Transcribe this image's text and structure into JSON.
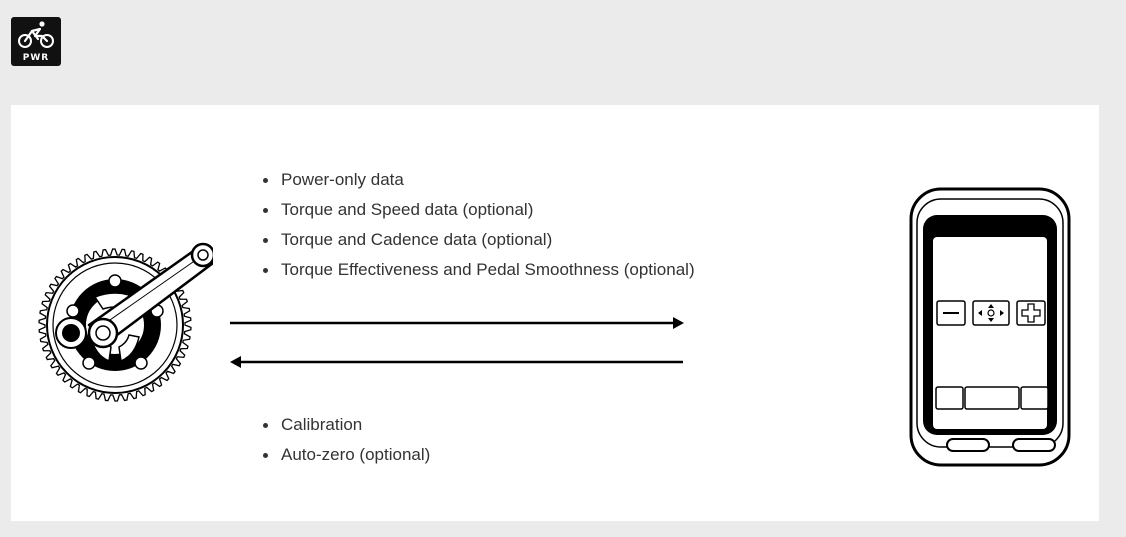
{
  "badge": {
    "icon": "cycling-power-icon",
    "label": "PWR"
  },
  "diagram": {
    "sensor_icon": "crankset-power-meter-icon",
    "device_icon": "bike-computer-icon",
    "to_device_items": [
      "Power-only data",
      "Torque and Speed data (optional)",
      "Torque and Cadence data (optional)",
      "Torque Effectiveness and Pedal Smoothness (optional)"
    ],
    "to_sensor_items": [
      "Calibration",
      "Auto-zero (optional)"
    ]
  },
  "colors": {
    "page_background": "#ebebeb",
    "panel_background": "#ffffff",
    "text": "#333333",
    "line_art": "#000000"
  }
}
